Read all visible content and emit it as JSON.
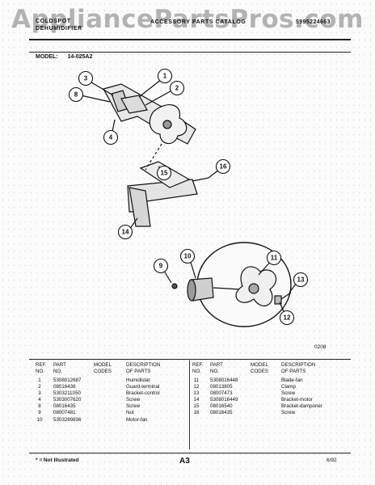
{
  "watermark": "AppliancePartsPros.com",
  "header": {
    "brand_line1": "COLDSPOT",
    "brand_line2": "DEHUMIDIFIER",
    "title": "ACCESSORY PARTS CATALOG",
    "part_number": "5995224663"
  },
  "model_label": "MODEL:",
  "model_value": "14-025A2",
  "diagram_code": "0208",
  "callouts": [
    "1",
    "2",
    "3",
    "4",
    "8",
    "9",
    "10",
    "11",
    "12",
    "13",
    "14",
    "15",
    "16"
  ],
  "table_headers": {
    "ref_no_line1": "REF.",
    "ref_no_line2": "NO.",
    "part_no_line1": "PART",
    "part_no_line2": "NO.",
    "model_codes_line1": "MODEL",
    "model_codes_line2": "CODES",
    "desc_line1": "DESCRIPTION",
    "desc_line2": "OF PARTS"
  },
  "parts_left": [
    {
      "ref": "1",
      "part": "5308012687",
      "codes": "",
      "desc": "Humidistat"
    },
    {
      "ref": "2",
      "part": "08016436",
      "codes": "",
      "desc": "Guard-terminal"
    },
    {
      "ref": "3",
      "part": "5303211050",
      "codes": "",
      "desc": "Bracket-control"
    },
    {
      "ref": "4",
      "part": "5303007620",
      "codes": "",
      "desc": "Screw"
    },
    {
      "ref": "8",
      "part": "08016435",
      "codes": "",
      "desc": "Screw"
    },
    {
      "ref": "9",
      "part": "08007481",
      "codes": "",
      "desc": "Nut"
    },
    {
      "ref": "10",
      "part": "5303289836",
      "codes": "",
      "desc": "Motor-fan"
    }
  ],
  "parts_right": [
    {
      "ref": "11",
      "part": "5308016448",
      "codes": "",
      "desc": "Blade-fan"
    },
    {
      "ref": "12",
      "part": "08013805",
      "codes": "",
      "desc": "Clamp"
    },
    {
      "ref": "13",
      "part": "08007473",
      "codes": "",
      "desc": "Screw"
    },
    {
      "ref": "14",
      "part": "5308016449",
      "codes": "",
      "desc": "Bracket-motor"
    },
    {
      "ref": "15",
      "part": "08016540",
      "codes": "",
      "desc": "Bracket-damponer"
    },
    {
      "ref": "16",
      "part": "08016435",
      "codes": "",
      "desc": "Screw"
    }
  ],
  "footer": {
    "note": "* = Not Illustrated",
    "page": "A3",
    "date": "6/92"
  }
}
